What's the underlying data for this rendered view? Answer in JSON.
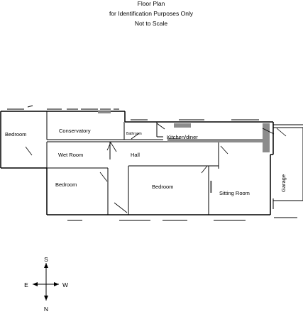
{
  "header": {
    "title": "Floor Plan",
    "subtitle": "for Identification Purposes Only",
    "scale_note": "Not to Scale"
  },
  "rooms": {
    "bedroom_left": "Bedroom",
    "conservatory": "Conservatory",
    "bathroom": "Bathroom",
    "kitchen_diner": "Kitchen/diner",
    "wet_room": "Wet Room",
    "hall": "Hall",
    "sitting_room": "Sitting Room",
    "garage": "Garage",
    "bedroom_bottom_left": "Bedroom",
    "bedroom_bottom_mid": "Bedroom"
  },
  "compass": {
    "south": "S",
    "east": "E",
    "west": "W",
    "north": "N"
  },
  "colors": {
    "wall": "#000000",
    "fitting": "#8c8c8c",
    "background": "#ffffff"
  }
}
